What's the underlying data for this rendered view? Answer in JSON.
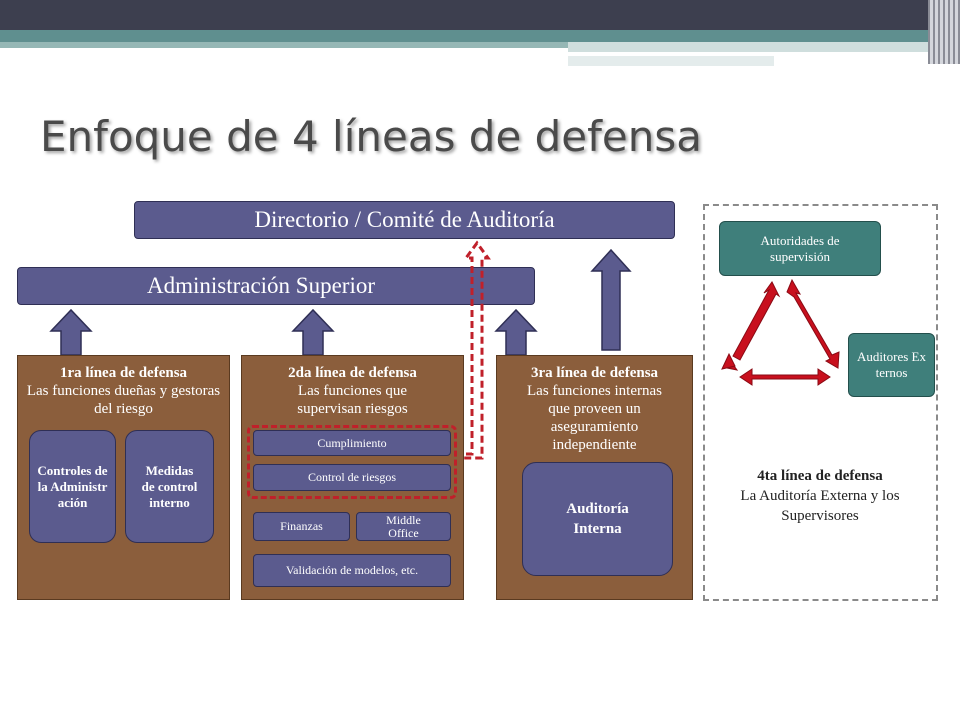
{
  "title": "Enfoque de 4 líneas de defensa",
  "board": "Directorio / Comité de Auditoría",
  "senior_management": "Administración Superior",
  "line1": {
    "heading": "1ra línea de defensa",
    "text": "Las funciones dueñas y gestoras del riesgo",
    "box1": "Controles de la Administración",
    "box2": "Medidas de control interno"
  },
  "line2": {
    "heading": "2da línea de defensa",
    "text": "Las funciones que supervisan riesgos",
    "items": {
      "cumplimiento": "Cumplimiento",
      "control_riesgos": "Control de riesgos",
      "finanzas": "Finanzas",
      "middle_office": "Middle Office",
      "validacion": "Validación de modelos, etc."
    }
  },
  "line3": {
    "heading": "3ra línea de defensa",
    "text": "Las funciones internas que proveen un aseguramiento independiente",
    "box": "Auditoría Interna"
  },
  "line4": {
    "heading": "4ta línea de defensa",
    "text": "La Auditoría Externa y los Supervisores",
    "authorities": "Autoridades de supervisión",
    "external_auditors": "Auditores Externos"
  },
  "colors": {
    "box_fill": "#5b5b8e",
    "panel_fill": "#8b5e3c",
    "teal_fill": "#3f7f7b",
    "arrow_red": "#c0101e"
  }
}
